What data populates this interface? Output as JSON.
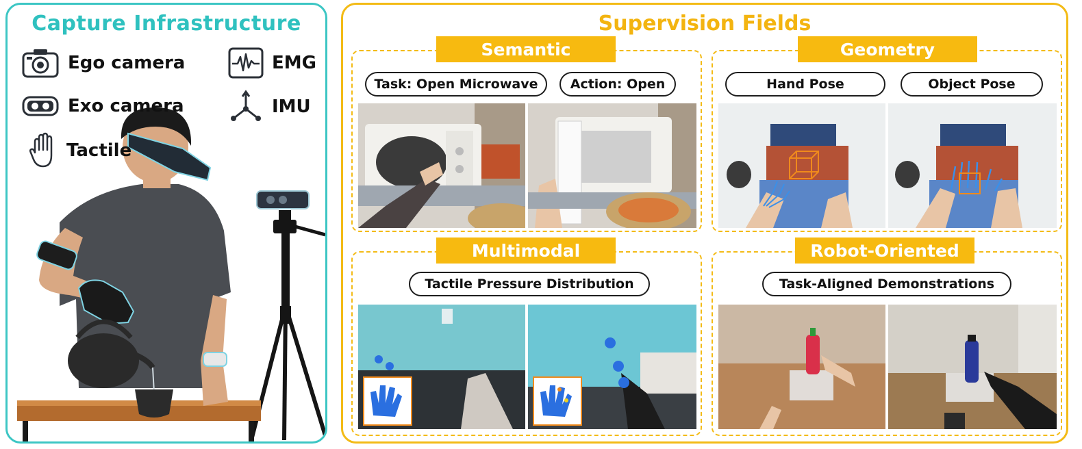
{
  "left": {
    "title": "Capture Infrastructure",
    "legend": [
      {
        "icon": "ego-camera-icon",
        "label": "Ego camera"
      },
      {
        "icon": "exo-camera-icon",
        "label": "Exo camera"
      },
      {
        "icon": "tactile-hand-icon",
        "label": "Tactile"
      },
      {
        "icon": "emg-icon",
        "label": "EMG"
      },
      {
        "icon": "imu-icon",
        "label": "IMU"
      }
    ]
  },
  "right": {
    "title": "Supervision Fields",
    "sections": [
      {
        "title": "Semantic",
        "pills": [
          "Task: Open Microwave",
          "Action: Open"
        ]
      },
      {
        "title": "Geometry",
        "pills": [
          "Hand Pose",
          "Object Pose"
        ]
      },
      {
        "title": "Multimodal",
        "pills": [
          "Tactile Pressure Distribution"
        ]
      },
      {
        "title": "Robot-Oriented",
        "pills": [
          "Task-Aligned Demonstrations"
        ]
      }
    ]
  },
  "colors": {
    "teal": "#3cc6c4",
    "gold": "#f3bb16",
    "pressure_blue": "#2a6fe0",
    "pose_orange": "#f08a1c"
  }
}
